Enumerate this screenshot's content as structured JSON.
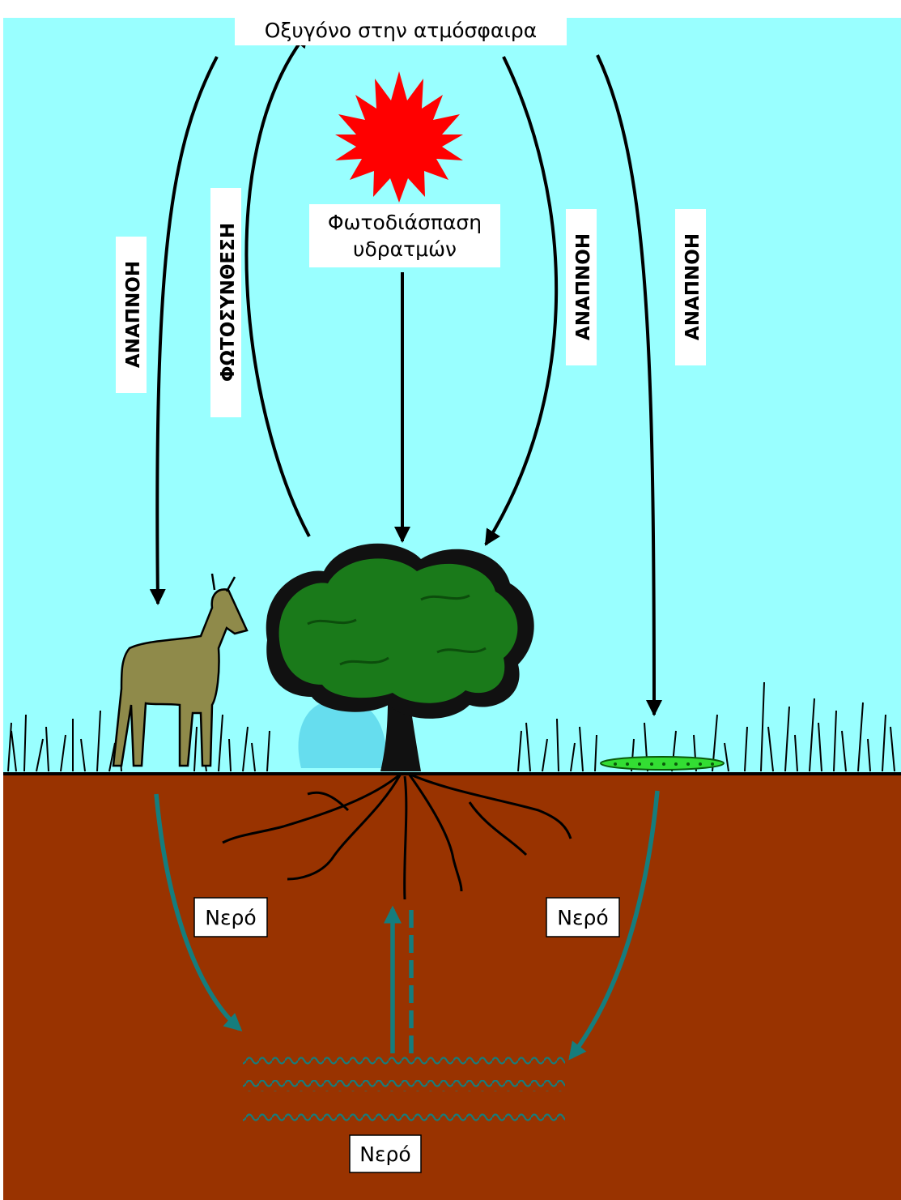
{
  "colors": {
    "sky": "#99ffff",
    "soil": "#993300",
    "sun": "#ff0000",
    "water_arrow": "#157d7d",
    "tree_foliage": "#1a7a1a",
    "animal": "#8f8a4a",
    "larva": "#33dd33"
  },
  "labels": {
    "oxygen_atmosphere": "Οξυγόνο στην ατμόσφαιρα",
    "photodissociation_line1": "Φωτοδιάσπαση",
    "photodissociation_line2": "υδρατμών",
    "respiration_left": "ΑΝΑΠΝΟΗ",
    "photosynthesis": "ΦΩΤΟΣΥΝΘΕΣΗ",
    "respiration_mid": "ΑΝΑΠΝΟΗ",
    "respiration_right": "ΑΝΑΠΝΟΗ",
    "water_left": "Νερό",
    "water_right": "Νερό",
    "water_bottom": "Νερό"
  },
  "icons": {
    "sun": "sun-icon",
    "tree": "tree-icon",
    "animal": "deer-icon",
    "larva": "caterpillar-icon"
  }
}
